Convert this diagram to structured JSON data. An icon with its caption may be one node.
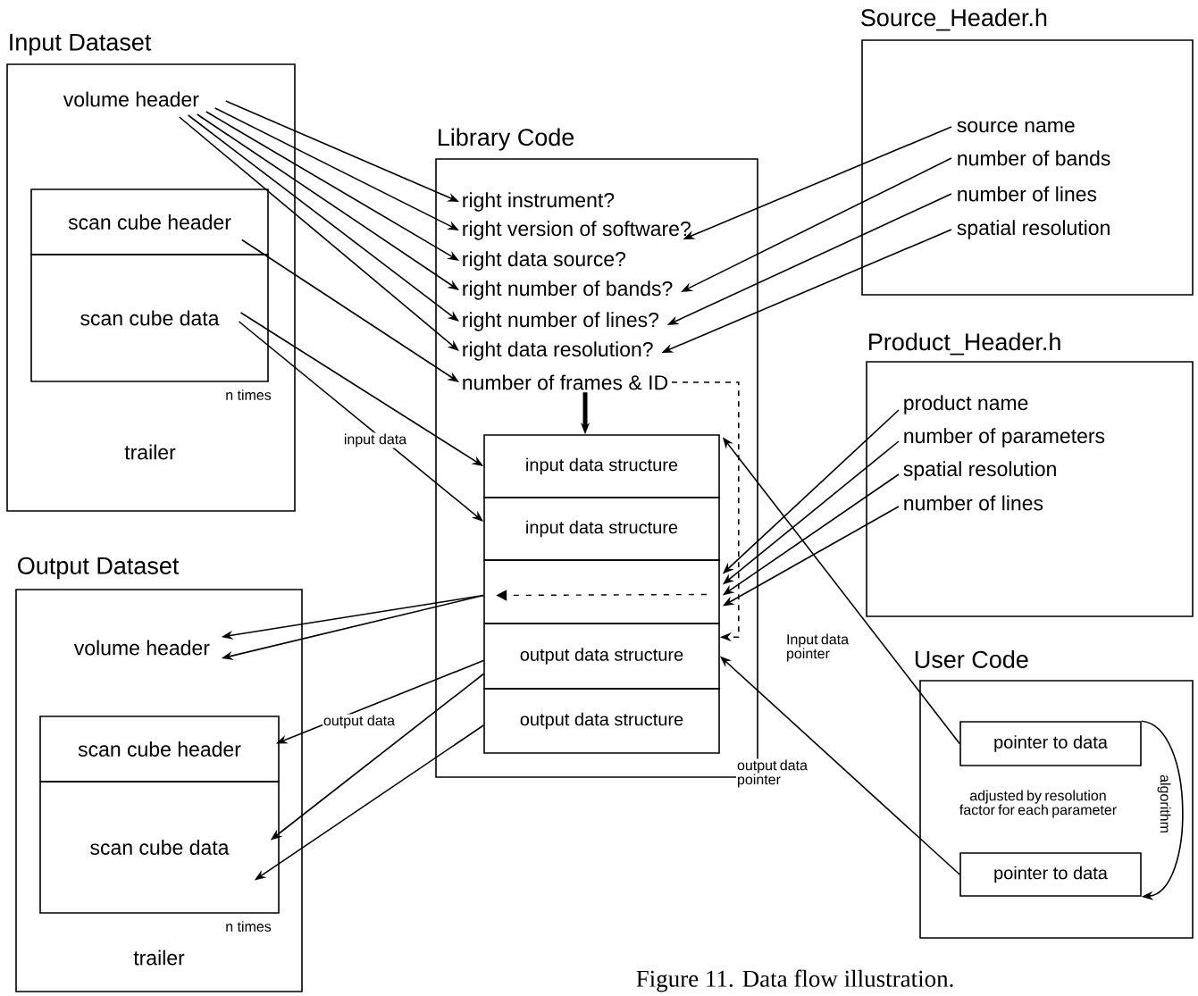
{
  "diagram": {
    "caption": "Figure 11.  Data flow illustration.",
    "nodes": [
      {
        "text": [
          "Input Dataset"
        ]
      },
      {
        "text": [
          "volume header"
        ],
        "in": 0
      },
      {
        "text": [
          "scan cube header"
        ],
        "in": 0
      },
      {
        "text": [
          "scan cube data"
        ],
        "in": 0,
        "beside": [
          "n times"
        ]
      },
      {
        "text": [
          "Library Code"
        ]
      },
      {
        "text": [
          "right instrument?"
        ],
        "in": 4
      },
      {
        "text": [
          "right version of software?"
        ],
        "in": 4
      },
      {
        "text": [
          "right data source?"
        ],
        "in": 4
      },
      {
        "text": [
          "right number of bands?"
        ],
        "in": 4
      },
      {
        "text": [
          "right number of lines?"
        ],
        "in": 4
      },
      {
        "text": [
          "right data resolution?"
        ],
        "in": 4
      },
      {
        "text": [
          "number of frames & ID"
        ],
        "in": 4
      },
      {
        "text": [
          "input data structure"
        ],
        "in": 4
      },
      {
        "text": [
          "input data structure"
        ],
        "in": 4
      },
      {
        "text": [],
        "shape": "box",
        "in": 4
      },
      {
        "text": [
          "output data structure"
        ],
        "in": 4
      },
      {
        "text": [
          "output data structure"
        ],
        "in": 4
      },
      {
        "text": [
          "Source_Header.h"
        ]
      },
      {
        "text": [
          "source name"
        ],
        "in": 17
      },
      {
        "text": [
          "number of bands"
        ],
        "in": 17
      },
      {
        "text": [
          "number of lines"
        ],
        "in": 17
      },
      {
        "text": [
          "spatial resolution"
        ],
        "in": 17
      },
      {
        "text": [
          "Product_Header.h"
        ]
      },
      {
        "text": [
          "product name"
        ],
        "in": 22
      },
      {
        "text": [
          "number of parameters"
        ],
        "in": 22
      },
      {
        "text": [
          "spatial resolution"
        ],
        "in": 22
      },
      {
        "text": [
          "number of lines"
        ],
        "in": 22
      },
      {
        "text": [
          "Output Dataset"
        ]
      },
      {
        "text": [
          "volume header"
        ],
        "in": 27
      },
      {
        "text": [
          "scan cube header"
        ],
        "in": 27
      },
      {
        "text": [
          "scan cube data"
        ],
        "in": 27,
        "beside": [
          "n times"
        ]
      },
      {
        "text": [
          "User Code",
          "adjusted by resolution factor for each parameter"
        ]
      },
      {
        "text": [
          "pointer to data"
        ],
        "in": 31
      },
      {
        "text": [
          "pointer to data"
        ],
        "in": 31
      }
    ],
    "edges": [
      {
        "from": 1,
        "to": 5,
        "arrow": "to"
      },
      {
        "from": 1,
        "to": 6,
        "arrow": "to"
      },
      {
        "from": 1,
        "to": 7,
        "arrow": "to"
      },
      {
        "from": 1,
        "to": 8,
        "arrow": "to"
      },
      {
        "from": 1,
        "to": 9,
        "arrow": "to"
      },
      {
        "from": 1,
        "to": 10,
        "arrow": "to"
      },
      {
        "from": 2,
        "to": 11,
        "arrow": "to"
      },
      {
        "from": 3,
        "to": 12,
        "arrow": "to"
      },
      {
        "from": 3,
        "to": 13,
        "arrow": "to",
        "label": "input data"
      },
      {
        "from": 18,
        "to": 6,
        "arrow": "to"
      },
      {
        "from": 19,
        "to": 8,
        "arrow": "to"
      },
      {
        "from": 20,
        "to": 9,
        "arrow": "to"
      },
      {
        "from": 21,
        "to": 10,
        "arrow": "to"
      },
      {
        "from": 23,
        "to": 14,
        "arrow": "to"
      },
      {
        "from": 24,
        "to": 14,
        "arrow": "to"
      },
      {
        "from": 25,
        "to": 14,
        "arrow": "to"
      },
      {
        "from": 26,
        "to": 14,
        "arrow": "to"
      },
      {
        "from": 14,
        "to": 28,
        "arrow": "to"
      },
      {
        "from": 14,
        "to": 28,
        "arrow": "to"
      },
      {
        "from": 11,
        "to": 12,
        "arrow": "to",
        "style": "thick"
      },
      {
        "from": 11,
        "to": 15,
        "arrow": "to",
        "style": "dashed"
      },
      {
        "from": 15,
        "to": 29,
        "arrow": "to",
        "label": "output data"
      },
      {
        "from": 15,
        "to": 30,
        "arrow": "to"
      },
      {
        "from": 16,
        "to": 30,
        "arrow": "to"
      },
      {
        "from": 32,
        "to": 12,
        "arrow": "to",
        "label": "Input data pointer"
      },
      {
        "from": 33,
        "to": 15,
        "arrow": "to",
        "label": "output data pointer"
      },
      {
        "from": 32,
        "to": 33,
        "arrow": "to",
        "label": "algorithm"
      }
    ],
    "labels": [
      "trailer",
      "trailer"
    ]
  }
}
